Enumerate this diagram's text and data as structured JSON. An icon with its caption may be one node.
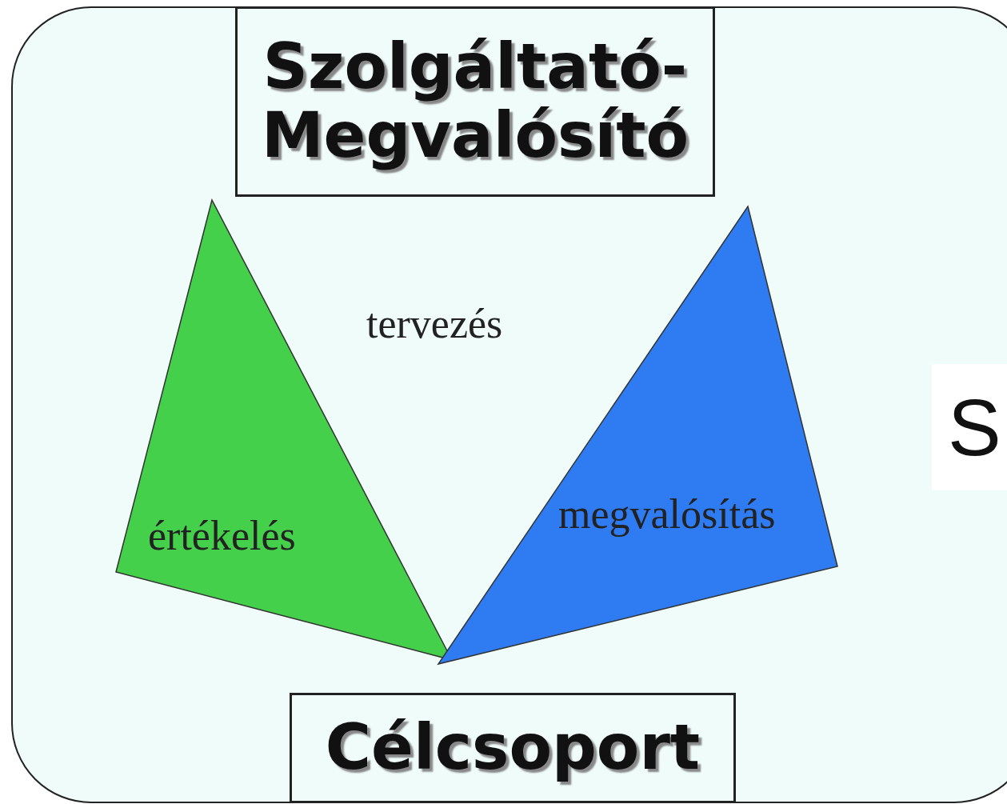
{
  "diagram": {
    "nodes": [
      {
        "text": [
          "Szolgáltató- Megvalósító"
        ]
      },
      {
        "text": [
          "értékelés"
        ]
      },
      {
        "text": [
          "megvalósítás"
        ]
      },
      {
        "text": [
          "Célcsoport"
        ]
      }
    ],
    "labels": [
      "tervezés",
      "S"
    ]
  }
}
